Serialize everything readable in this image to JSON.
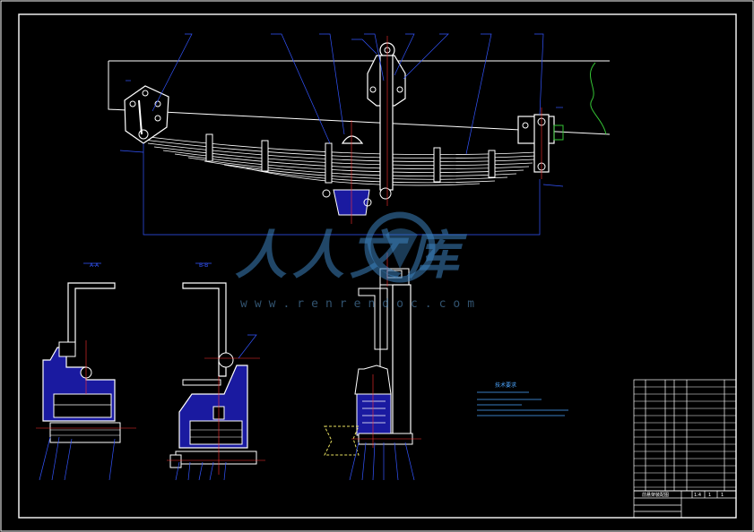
{
  "watermark": {
    "text": "人人文库",
    "url": "www.renrendoc.com",
    "color": "#3c82be"
  },
  "colors": {
    "background": "#000000",
    "outline": "#ffffff",
    "leader": "#3355ff",
    "fill": "#1a1aa0",
    "centerline": "#ff3030",
    "frame_edge": "#35c435",
    "tech_notes": "#4da6ff"
  },
  "views": [
    {
      "name": "main-elevation",
      "label": ""
    },
    {
      "name": "section-a-a",
      "label": "A-A"
    },
    {
      "name": "section-b-b",
      "label": "B-B"
    },
    {
      "name": "side-view",
      "label": ""
    }
  ],
  "section_labels": {
    "left": "A-A",
    "middle": "B-B"
  },
  "tech_notes_title": "技术要求",
  "title_block": {
    "drawing_name": "前悬架装配图",
    "scale": "1:4",
    "sheet": "1",
    "sheets_total": "1"
  }
}
